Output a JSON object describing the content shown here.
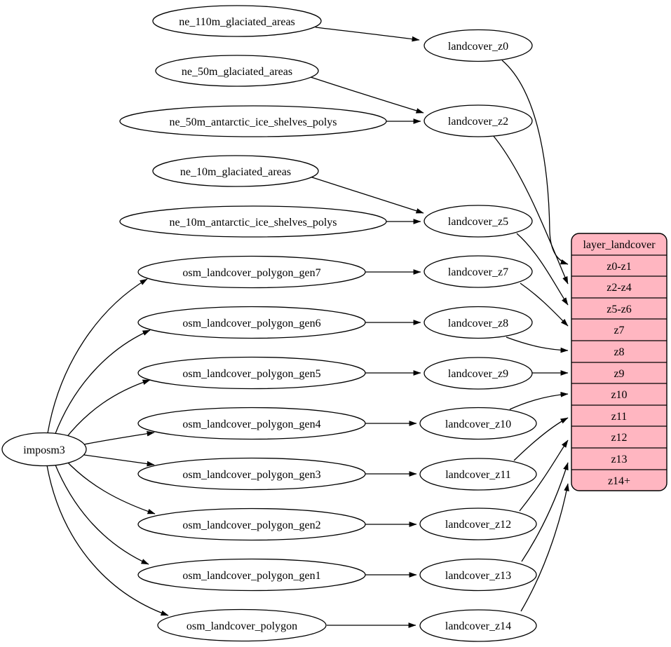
{
  "colors": {
    "background": "#ffffff",
    "node_fill": "#ffffff",
    "node_stroke": "#000000",
    "edge": "#000000",
    "table_fill": "#ffb6c1",
    "table_stroke": "#000000",
    "text": "#000000"
  },
  "nodes": {
    "importer": "imposm3",
    "sources": [
      "ne_110m_glaciated_areas",
      "ne_50m_glaciated_areas",
      "ne_50m_antarctic_ice_shelves_polys",
      "ne_10m_glaciated_areas",
      "ne_10m_antarctic_ice_shelves_polys",
      "osm_landcover_polygon_gen7",
      "osm_landcover_polygon_gen6",
      "osm_landcover_polygon_gen5",
      "osm_landcover_polygon_gen4",
      "osm_landcover_polygon_gen3",
      "osm_landcover_polygon_gen2",
      "osm_landcover_polygon_gen1",
      "osm_landcover_polygon"
    ],
    "intermediates": [
      "landcover_z0",
      "landcover_z2",
      "landcover_z5",
      "landcover_z7",
      "landcover_z8",
      "landcover_z9",
      "landcover_z10",
      "landcover_z11",
      "landcover_z12",
      "landcover_z13",
      "landcover_z14"
    ],
    "table": {
      "title": "layer_landcover",
      "rows": [
        "z0-z1",
        "z2-z4",
        "z5-z6",
        "z7",
        "z8",
        "z9",
        "z10",
        "z11",
        "z12",
        "z13",
        "z14+"
      ]
    }
  },
  "edges": [
    {
      "from": "imposm3",
      "to": "osm_landcover_polygon_gen7"
    },
    {
      "from": "imposm3",
      "to": "osm_landcover_polygon_gen6"
    },
    {
      "from": "imposm3",
      "to": "osm_landcover_polygon_gen5"
    },
    {
      "from": "imposm3",
      "to": "osm_landcover_polygon_gen4"
    },
    {
      "from": "imposm3",
      "to": "osm_landcover_polygon_gen3"
    },
    {
      "from": "imposm3",
      "to": "osm_landcover_polygon_gen2"
    },
    {
      "from": "imposm3",
      "to": "osm_landcover_polygon_gen1"
    },
    {
      "from": "imposm3",
      "to": "osm_landcover_polygon"
    },
    {
      "from": "ne_110m_glaciated_areas",
      "to": "landcover_z0"
    },
    {
      "from": "ne_50m_glaciated_areas",
      "to": "landcover_z2"
    },
    {
      "from": "ne_50m_antarctic_ice_shelves_polys",
      "to": "landcover_z2"
    },
    {
      "from": "ne_10m_glaciated_areas",
      "to": "landcover_z5"
    },
    {
      "from": "ne_10m_antarctic_ice_shelves_polys",
      "to": "landcover_z5"
    },
    {
      "from": "osm_landcover_polygon_gen7",
      "to": "landcover_z7"
    },
    {
      "from": "osm_landcover_polygon_gen6",
      "to": "landcover_z8"
    },
    {
      "from": "osm_landcover_polygon_gen5",
      "to": "landcover_z9"
    },
    {
      "from": "osm_landcover_polygon_gen4",
      "to": "landcover_z10"
    },
    {
      "from": "osm_landcover_polygon_gen3",
      "to": "landcover_z11"
    },
    {
      "from": "osm_landcover_polygon_gen2",
      "to": "landcover_z12"
    },
    {
      "from": "osm_landcover_polygon_gen1",
      "to": "landcover_z13"
    },
    {
      "from": "osm_landcover_polygon",
      "to": "landcover_z14"
    },
    {
      "from": "landcover_z0",
      "to": "z0-z1"
    },
    {
      "from": "landcover_z2",
      "to": "z2-z4"
    },
    {
      "from": "landcover_z5",
      "to": "z5-z6"
    },
    {
      "from": "landcover_z7",
      "to": "z7"
    },
    {
      "from": "landcover_z8",
      "to": "z8"
    },
    {
      "from": "landcover_z9",
      "to": "z9"
    },
    {
      "from": "landcover_z10",
      "to": "z10"
    },
    {
      "from": "landcover_z11",
      "to": "z11"
    },
    {
      "from": "landcover_z12",
      "to": "z12"
    },
    {
      "from": "landcover_z13",
      "to": "z13"
    },
    {
      "from": "landcover_z14",
      "to": "z14+"
    }
  ]
}
